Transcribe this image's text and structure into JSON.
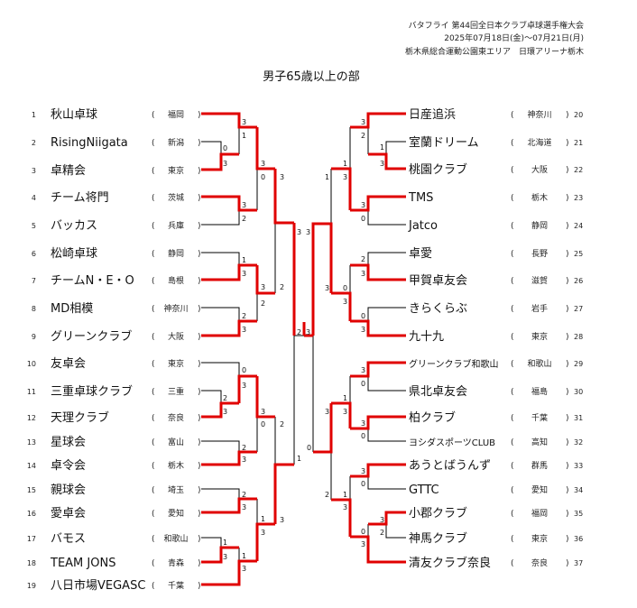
{
  "header": {
    "tournament": "バタフライ 第44回全日本クラブ卓球選手権大会",
    "dates": "2025年07月18日(金)〜07月21日(月)",
    "venue": "栃木県総合運動公園東エリア　日環アリーナ栃木",
    "division": "男子65歳以上の部"
  },
  "colors": {
    "winner_line": "#e00000",
    "loser_line": "#000000"
  },
  "left_teams": [
    {
      "no": "1",
      "name": "秋山卓球",
      "pref": "福岡"
    },
    {
      "no": "2",
      "name": "RisingNiigata",
      "pref": "新潟"
    },
    {
      "no": "3",
      "name": "卓精会",
      "pref": "東京"
    },
    {
      "no": "4",
      "name": "チーム将門",
      "pref": "茨城"
    },
    {
      "no": "5",
      "name": "バッカス",
      "pref": "兵庫"
    },
    {
      "no": "6",
      "name": "松崎卓球",
      "pref": "静岡"
    },
    {
      "no": "7",
      "name": "チームN・E・O",
      "pref": "島根"
    },
    {
      "no": "8",
      "name": "MD相模",
      "pref": "神奈川"
    },
    {
      "no": "9",
      "name": "グリーンクラブ",
      "pref": "大阪"
    },
    {
      "no": "10",
      "name": "友卓会",
      "pref": "東京"
    },
    {
      "no": "11",
      "name": "三重卓球クラブ",
      "pref": "三重"
    },
    {
      "no": "12",
      "name": "天理クラブ",
      "pref": "奈良"
    },
    {
      "no": "13",
      "name": "星球会",
      "pref": "富山"
    },
    {
      "no": "14",
      "name": "卓令会",
      "pref": "栃木"
    },
    {
      "no": "15",
      "name": "親球会",
      "pref": "埼玉"
    },
    {
      "no": "16",
      "name": "愛卓会",
      "pref": "愛知"
    },
    {
      "no": "17",
      "name": "バモス",
      "pref": "和歌山"
    },
    {
      "no": "18",
      "name": "TEAM JONS",
      "pref": "青森"
    },
    {
      "no": "19",
      "name": "八日市場VEGASC",
      "pref": "千葉"
    }
  ],
  "right_teams": [
    {
      "no": "20",
      "name": "日産追浜",
      "pref": "神奈川"
    },
    {
      "no": "21",
      "name": "室蘭ドリーム",
      "pref": "北海道"
    },
    {
      "no": "22",
      "name": "桃園クラブ",
      "pref": "大阪"
    },
    {
      "no": "23",
      "name": "TMS",
      "pref": "栃木"
    },
    {
      "no": "24",
      "name": "Jatco",
      "pref": "静岡"
    },
    {
      "no": "25",
      "name": "卓愛",
      "pref": "長野"
    },
    {
      "no": "26",
      "name": "甲賀卓友会",
      "pref": "滋賀"
    },
    {
      "no": "27",
      "name": "きらくらぶ",
      "pref": "岩手"
    },
    {
      "no": "28",
      "name": "九十九",
      "pref": "東京"
    },
    {
      "no": "29",
      "name": "グリーンクラブ和歌山",
      "pref": "和歌山"
    },
    {
      "no": "30",
      "name": "県北卓友会",
      "pref": "福島"
    },
    {
      "no": "31",
      "name": "柏クラブ",
      "pref": "千葉"
    },
    {
      "no": "32",
      "name": "ヨシダスポーツCLUB",
      "pref": "高知"
    },
    {
      "no": "33",
      "name": "あうとばうんず",
      "pref": "群馬"
    },
    {
      "no": "34",
      "name": "GTTC",
      "pref": "愛知"
    },
    {
      "no": "35",
      "name": "小郡クラブ",
      "pref": "福岡"
    },
    {
      "no": "36",
      "name": "神馬クラブ",
      "pref": "東京"
    },
    {
      "no": "37",
      "name": "清友クラブ奈良",
      "pref": "奈良"
    }
  ],
  "paren_open": "(",
  "paren_close": ")",
  "scores": [
    "3",
    "1",
    "0",
    "3",
    "3",
    "2",
    "3",
    "0",
    "3",
    "1",
    "3",
    "2",
    "3",
    "3",
    "2",
    "2",
    "0",
    "3",
    "2",
    "3",
    "2",
    "3",
    "3",
    "0",
    "2",
    "2",
    "3",
    "1",
    "3",
    "1",
    "3",
    "1",
    "3",
    "3",
    "3",
    "1",
    "3",
    "0",
    "2",
    "3",
    "3",
    "2",
    "1",
    "3",
    "3",
    "0",
    "1",
    "3",
    "2",
    "3",
    "0",
    "3",
    "0",
    "3",
    "1",
    "3",
    "3",
    "0",
    "3",
    "0",
    "1",
    "3",
    "3",
    "0",
    "3",
    "2",
    "0",
    "3",
    "1",
    "3",
    "3",
    "2"
  ]
}
